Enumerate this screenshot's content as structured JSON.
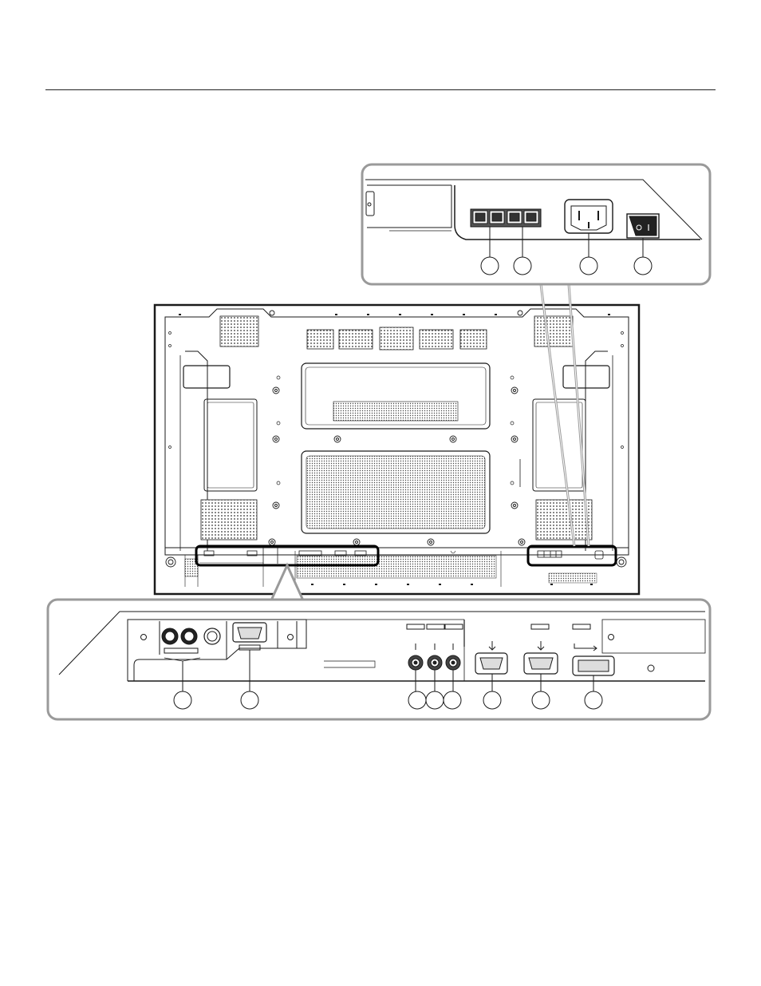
{
  "figure": {
    "description_visible_text": [],
    "top_callouts": [
      {
        "id": "t1",
        "label": ""
      },
      {
        "id": "t2",
        "label": ""
      },
      {
        "id": "t3",
        "label": ""
      },
      {
        "id": "t4",
        "label": ""
      }
    ],
    "bottom_callouts": [
      {
        "id": "b1",
        "label": ""
      },
      {
        "id": "b2",
        "label": ""
      },
      {
        "id": "b3",
        "label": ""
      },
      {
        "id": "b4",
        "label": ""
      },
      {
        "id": "b5",
        "label": ""
      },
      {
        "id": "b6",
        "label": ""
      },
      {
        "id": "b7",
        "label": ""
      },
      {
        "id": "b8",
        "label": ""
      }
    ],
    "colors": {
      "line": "#1a1a1a",
      "callout_frame": "#9a9a9a",
      "highlight_box": "#000000",
      "background": "#ffffff"
    }
  }
}
